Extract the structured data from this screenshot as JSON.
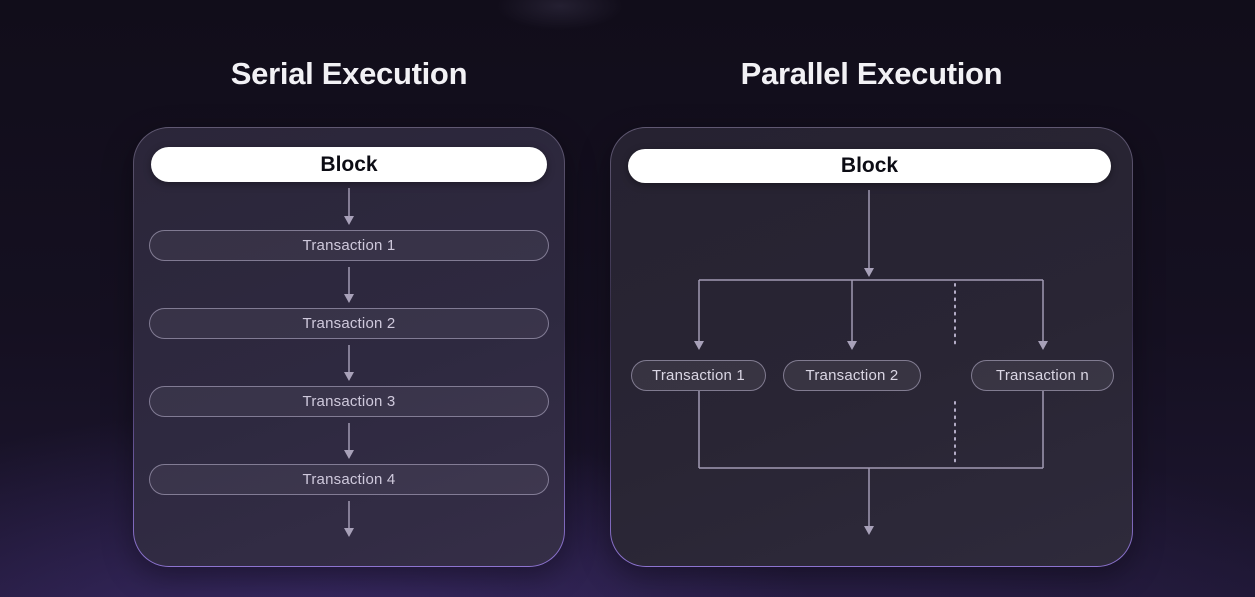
{
  "titles": {
    "serial": "Serial Execution",
    "parallel": "Parallel Execution"
  },
  "serial": {
    "block": "Block",
    "transactions": [
      "Transaction 1",
      "Transaction 2",
      "Transaction 3",
      "Transaction 4"
    ]
  },
  "parallel": {
    "block": "Block",
    "transactions": [
      "Transaction 1",
      "Transaction 2",
      "Transaction n"
    ]
  },
  "icons": {
    "down_arrow": "↓",
    "dotted_continuation": "⋮"
  },
  "colors": {
    "background_top": "#110d1a",
    "background_glow": "#6a4cbe",
    "panel_background": "#2c2739",
    "panel_border_bottom": "#9278d7",
    "block_pill_background": "#ffffff",
    "block_pill_text": "#0c0c14",
    "transaction_pill_text": "#d6d1e2",
    "transaction_pill_border": "#beb6d2",
    "connector": "#a19ab3",
    "title_text": "#f2f1f5"
  }
}
